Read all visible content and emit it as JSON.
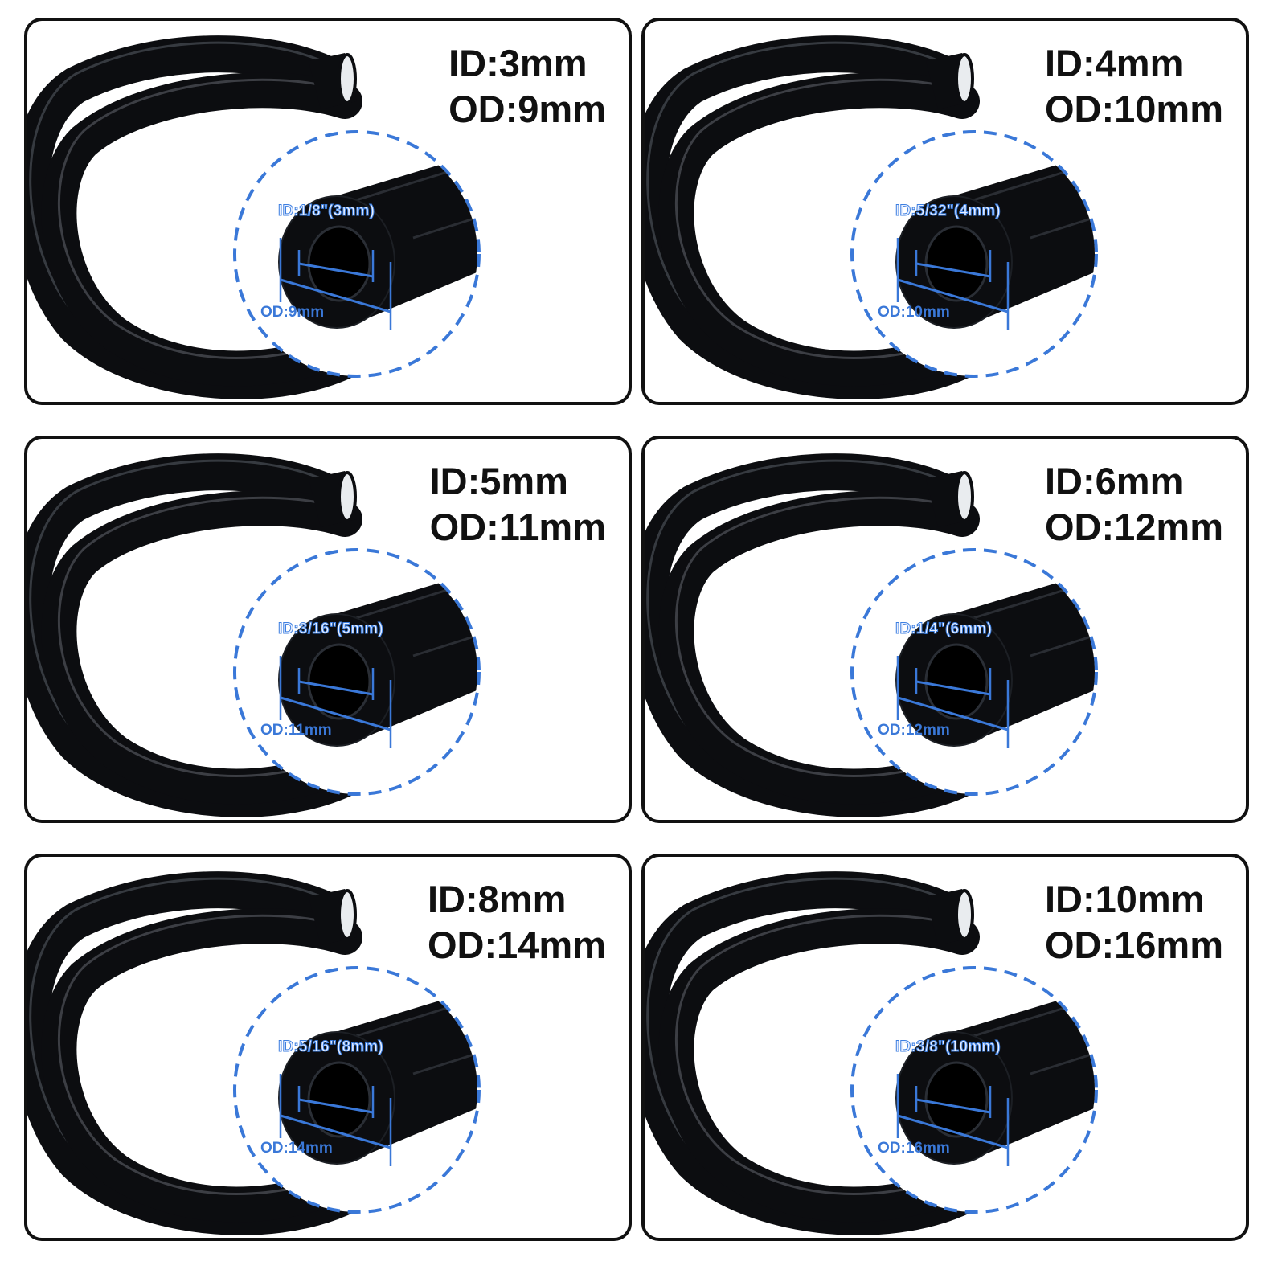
{
  "colors": {
    "accent_blue": "#3a78d8",
    "tube_black": "#0c0d10",
    "frame": "#111111",
    "background": "#ffffff"
  },
  "icons": [
    "tube-coil-icon",
    "tube-cross-section-icon",
    "dashed-magnifier-circle"
  ],
  "panels": [
    {
      "title_id": "ID:3mm",
      "title_od": "OD:9mm",
      "label_id": "ID:1/8\"(3mm)",
      "label_od": "OD:9mm"
    },
    {
      "title_id": "ID:4mm",
      "title_od": "OD:10mm",
      "label_id": "ID:5/32\"(4mm)",
      "label_od": "OD:10mm"
    },
    {
      "title_id": "ID:5mm",
      "title_od": "OD:11mm",
      "label_id": "ID:3/16\"(5mm)",
      "label_od": "OD:11mm"
    },
    {
      "title_id": "ID:6mm",
      "title_od": "OD:12mm",
      "label_id": "ID:1/4\"(6mm)",
      "label_od": "OD:12mm"
    },
    {
      "title_id": "ID:8mm",
      "title_od": "OD:14mm",
      "label_id": "ID:5/16\"(8mm)",
      "label_od": "OD:14mm"
    },
    {
      "title_id": "ID:10mm",
      "title_od": "OD:16mm",
      "label_id": "ID:3/8\"(10mm)",
      "label_od": "OD:16mm"
    }
  ]
}
